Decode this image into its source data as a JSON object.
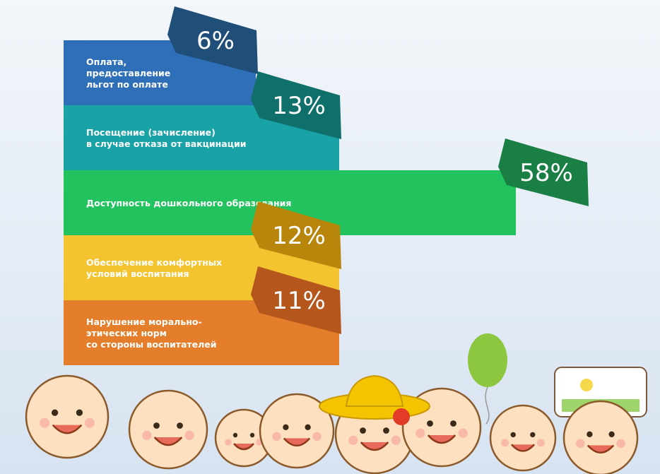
{
  "chart_data": {
    "type": "bar",
    "orientation": "horizontal",
    "categories": [
      "Оплата, предоставление льгот по оплате",
      "Посещение (зачисление) в случае отказа от вакцинации",
      "Доступность дошкольного образования",
      "Обеспечение комфортных условий воспитания",
      "Нарушение морально-этических норм со стороны воспитателей"
    ],
    "category_lines": [
      [
        "Оплата,",
        "предоставление",
        "льгот  по оплате"
      ],
      [
        "Посещение (зачисление)",
        "в случае отказа от вакцинации"
      ],
      [
        "Доступность дошкольного образования"
      ],
      [
        "Обеспечение комфортных",
        "условий воспитания"
      ],
      [
        "Нарушение морально-",
        "этических норм",
        "со стороны воспитателей"
      ]
    ],
    "values": [
      6,
      13,
      58,
      12,
      11
    ],
    "value_labels": [
      "6%",
      "13%",
      "58%",
      "12%",
      "11%"
    ],
    "unit": "%",
    "xlim": [
      0,
      58
    ],
    "grid": false,
    "legend": "none",
    "colors": {
      "bars": [
        "#2f6fb8",
        "#1aa3a7",
        "#22c35e",
        "#f4c430",
        "#e57e2b"
      ],
      "tags": [
        "#1f4e79",
        "#0f6f6b",
        "#1a7f45",
        "#b8860b",
        "#b5561c"
      ]
    }
  },
  "decorations": {
    "illustration": "cartoon-children-row",
    "balloon_color": "#8dc63f"
  }
}
